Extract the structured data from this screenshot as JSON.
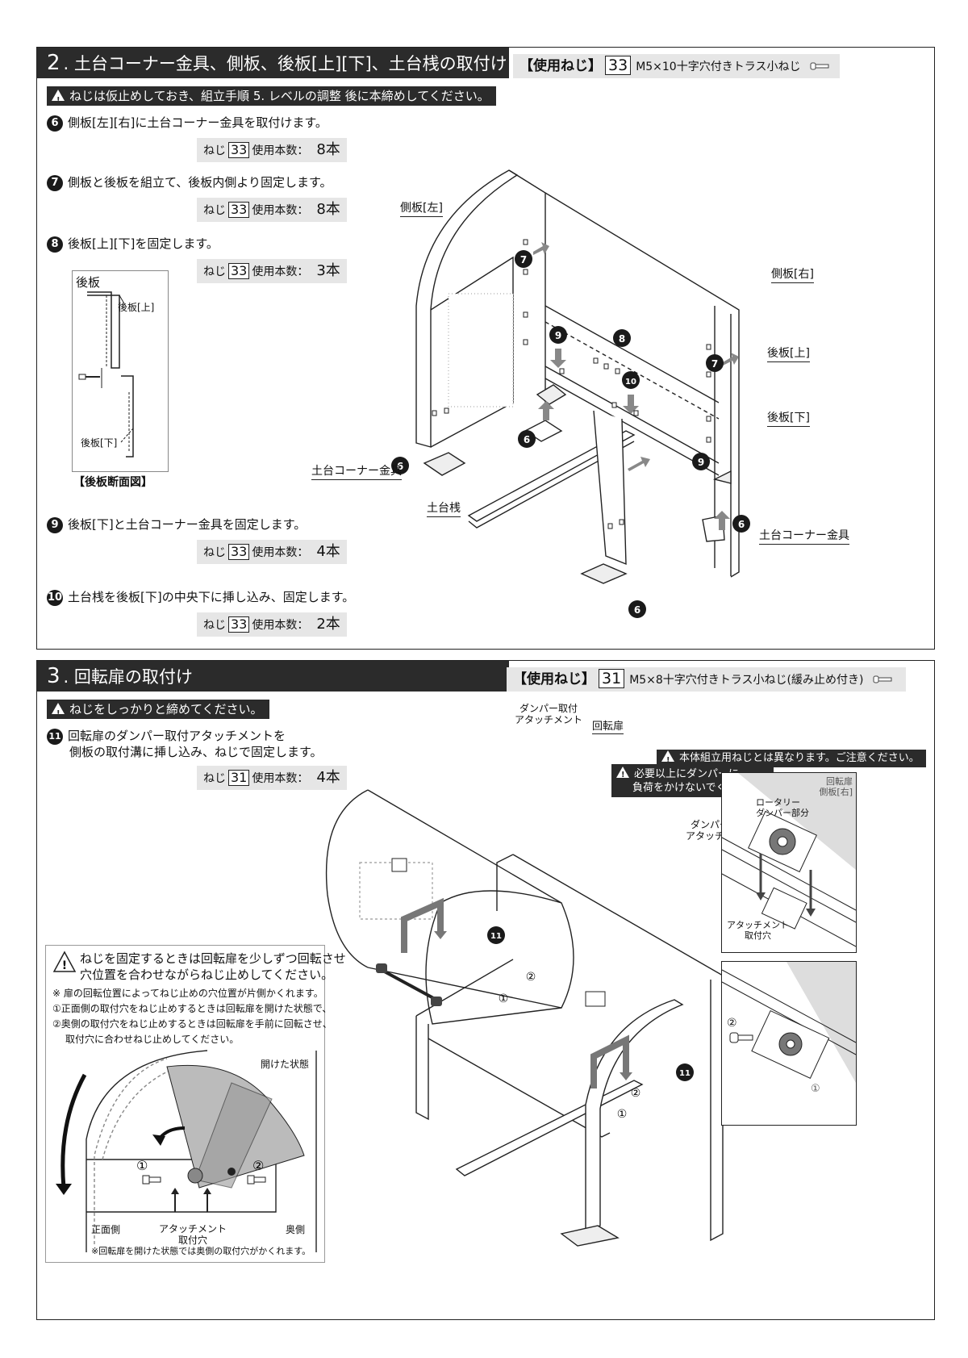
{
  "section2": {
    "num": "2",
    "title": ". 土台コーナー金具、側板、後板[上][下]、土台桟の取付け",
    "screw_bracket": "【使用ねじ】",
    "screw_num": "33",
    "screw_desc": "M5×10十字穴付きトラス小ねじ",
    "warning": "ねじは仮止めしておき、組立手順 5. レベルの調整 後に本締めしてください。",
    "steps": [
      {
        "n": "6",
        "text": "側板[左][右]に土台コーナー金具を取付けます。",
        "count": "8本"
      },
      {
        "n": "7",
        "text": "側板と後板を組立て、後板内側より固定します。",
        "count": "8本"
      },
      {
        "n": "8",
        "text": "後板[上][下]を固定します。",
        "count": "3本"
      },
      {
        "n": "9",
        "text": "後板[下]と土台コーナー金具を固定します。",
        "count": "4本"
      },
      {
        "n": "10",
        "text": "土台桟を後板[下]の中央下に挿し込み、固定します。",
        "count": "2本"
      }
    ],
    "count_prefix": "ねじ",
    "count_mid": "使用本数：",
    "section_view": {
      "title": "後板",
      "upper": "後板[上]",
      "lower": "後板[下]",
      "caption": "【後板断面図】"
    },
    "labels": {
      "side_left": "側板[左]",
      "side_right": "側板[右]",
      "back_upper": "後板[上]",
      "back_lower": "後板[下]",
      "corner_left": "土台コーナー金具",
      "corner_right": "土台コーナー金具",
      "base_rail": "土台桟"
    }
  },
  "section3": {
    "num": "3",
    "title": ". 回転扉の取付け",
    "screw_bracket": "【使用ねじ】",
    "screw_num": "31",
    "screw_desc": "M5×8十字穴付きトラス小ねじ(緩み止め付き)",
    "warning": "ねじをしっかりと締めてください。",
    "step": {
      "n": "11",
      "line1": "回転扉のダンパー取付アタッチメントを",
      "line2": "側板の取付溝に挿し込み、ねじで固定します。",
      "count": "4本"
    },
    "count_prefix": "ねじ",
    "count_mid": "使用本数：",
    "right_warning": "本体組立用ねじとは異なります。ご注意ください。",
    "damper_warning_1": "必要以上にダンパーに",
    "damper_warning_2": "負荷をかけないでください。",
    "labels": {
      "damper_attach_1a": "ダンパー取付",
      "damper_attach_1b": "アタッチメント",
      "rotary_door": "回転扉",
      "damper_attach_2a": "ダンパー取付",
      "damper_attach_2b": "アタッチメント",
      "rotary_damper_a": "ロータリー",
      "rotary_damper_b": "ダンパー部分",
      "door_side_a": "回転扉",
      "door_side_b": "側板[右]",
      "attach_hole_a": "アタッチメント",
      "attach_hole_b": "取付穴",
      "c1": "①",
      "c2": "②"
    },
    "tip": {
      "line1": "ねじを固定するときは回転扉を少しずつ回転させ",
      "line2": "穴位置を合わせながらねじ止めしてください。",
      "note1": "※ 扉の回転位置によってねじ止めの穴位置が片側かくれます。",
      "note2": "①正面側の取付穴をねじ止めするときは回転扉を開けた状態で、",
      "note3": "②奥側の取付穴をねじ止めするときは回転扉を手前に回転させ、",
      "note4": "取付穴に合わせねじ止めしてください。",
      "open_state": "開けた状態",
      "front_side": "正面側",
      "back_side": "奥側",
      "hole_a": "アタッチメント",
      "hole_b": "取付穴",
      "footer": "※回転扉を開けた状態では奥側の取付穴がかくれます。"
    }
  }
}
